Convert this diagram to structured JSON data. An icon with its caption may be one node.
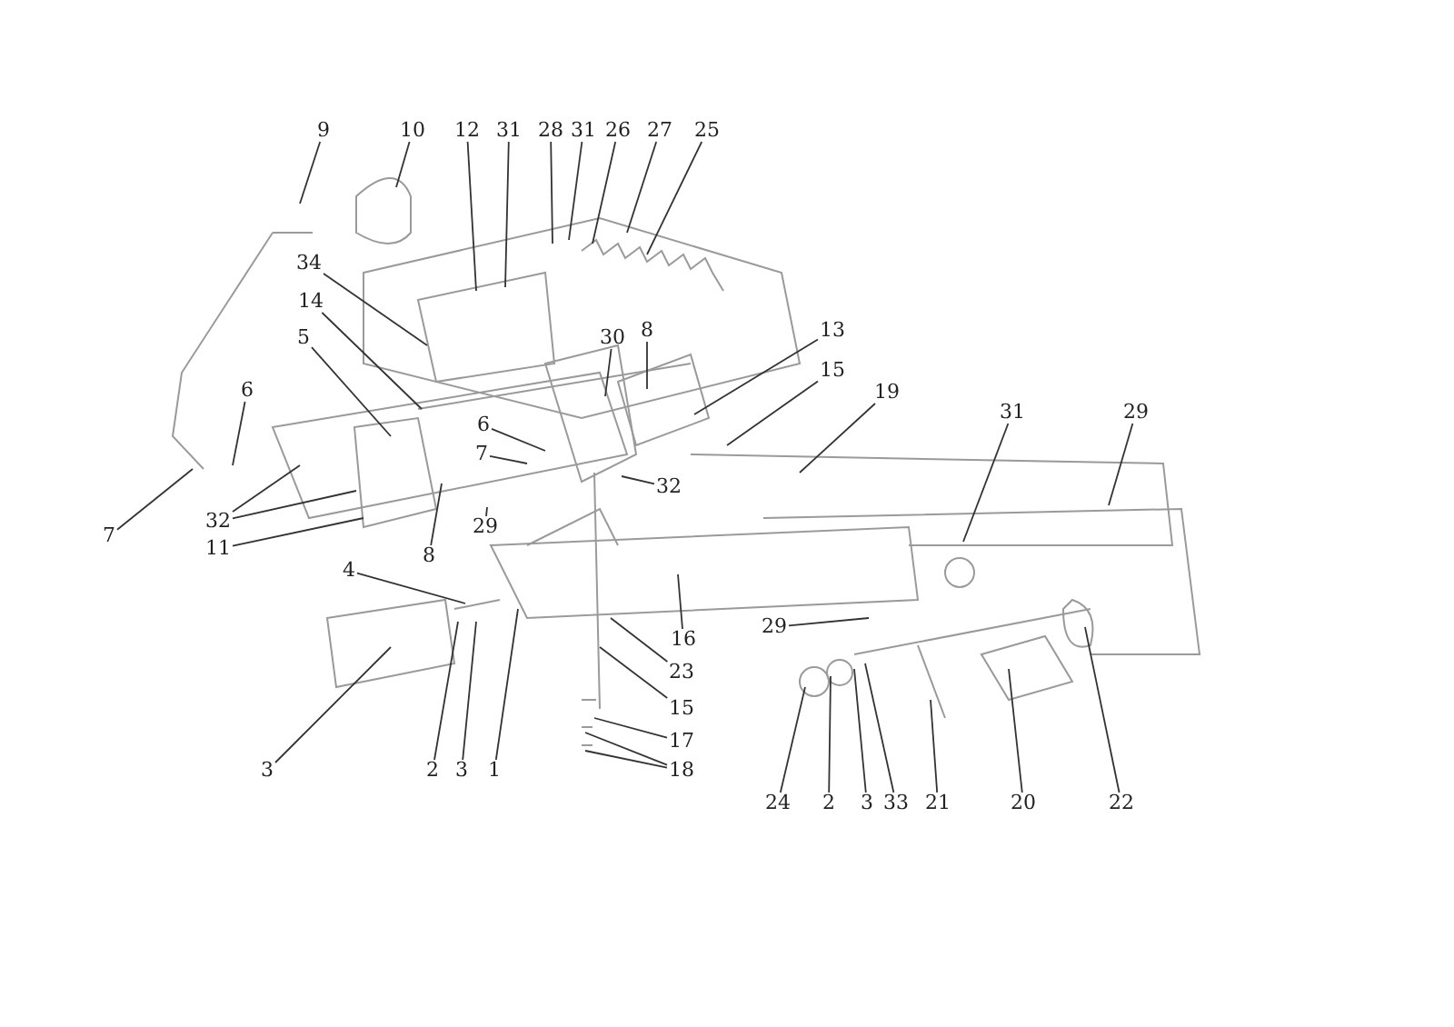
{
  "diagram": {
    "nodes": [
      {
        "text": [
          "9"
        ]
      },
      {
        "text": [
          "10"
        ]
      },
      {
        "text": [
          "12"
        ]
      },
      {
        "text": [
          "31"
        ]
      },
      {
        "text": [
          "28"
        ]
      },
      {
        "text": [
          "31"
        ]
      },
      {
        "text": [
          "26"
        ]
      },
      {
        "text": [
          "27"
        ]
      },
      {
        "text": [
          "25"
        ]
      },
      {
        "text": [
          "34"
        ]
      },
      {
        "text": [
          "14"
        ]
      },
      {
        "text": [
          "30"
        ]
      },
      {
        "text": [
          "8"
        ]
      },
      {
        "text": [
          "13"
        ]
      },
      {
        "text": [
          "5"
        ]
      },
      {
        "text": [
          "15"
        ]
      },
      {
        "text": [
          "19"
        ]
      },
      {
        "text": [
          "31"
        ]
      },
      {
        "text": [
          "29"
        ]
      },
      {
        "text": [
          "6"
        ]
      },
      {
        "text": [
          "6"
        ]
      },
      {
        "text": [
          "7"
        ]
      },
      {
        "text": [
          "32"
        ]
      },
      {
        "text": [
          "7"
        ]
      },
      {
        "text": [
          "32"
        ]
      },
      {
        "text": [
          "11"
        ]
      },
      {
        "text": [
          "8"
        ]
      },
      {
        "text": [
          "29"
        ]
      },
      {
        "text": [
          "4"
        ]
      },
      {
        "text": [
          "29"
        ]
      },
      {
        "text": [
          "16"
        ]
      },
      {
        "text": [
          "23"
        ]
      },
      {
        "text": [
          "3"
        ]
      },
      {
        "text": [
          "15"
        ]
      },
      {
        "text": [
          "17"
        ]
      },
      {
        "text": [
          "18"
        ]
      },
      {
        "text": [
          "2"
        ]
      },
      {
        "text": [
          "3"
        ]
      },
      {
        "text": [
          "1"
        ]
      },
      {
        "text": [
          "24"
        ]
      },
      {
        "text": [
          "2"
        ]
      },
      {
        "text": [
          "3"
        ]
      },
      {
        "text": [
          "33"
        ]
      },
      {
        "text": [
          "21"
        ]
      },
      {
        "text": [
          "20"
        ]
      },
      {
        "text": [
          "22"
        ]
      }
    ],
    "edges": [
      {
        "from": 0,
        "to": null,
        "arrow": "none"
      },
      {
        "from": 1,
        "to": null,
        "arrow": "none"
      },
      {
        "from": 2,
        "to": null,
        "arrow": "none"
      },
      {
        "from": 3,
        "to": null,
        "arrow": "none"
      },
      {
        "from": 4,
        "to": null,
        "arrow": "none"
      },
      {
        "from": 5,
        "to": null,
        "arrow": "none"
      },
      {
        "from": 6,
        "to": null,
        "arrow": "none"
      },
      {
        "from": 7,
        "to": null,
        "arrow": "none"
      },
      {
        "from": 8,
        "to": null,
        "arrow": "none"
      },
      {
        "from": 9,
        "to": null,
        "arrow": "none"
      },
      {
        "from": 10,
        "to": null,
        "arrow": "none"
      },
      {
        "from": 11,
        "to": null,
        "arrow": "none"
      },
      {
        "from": 12,
        "to": null,
        "arrow": "none"
      },
      {
        "from": 13,
        "to": null,
        "arrow": "none"
      },
      {
        "from": 14,
        "to": null,
        "arrow": "none"
      },
      {
        "from": 15,
        "to": null,
        "arrow": "none"
      },
      {
        "from": 16,
        "to": null,
        "arrow": "none"
      },
      {
        "from": 17,
        "to": null,
        "arrow": "none"
      },
      {
        "from": 18,
        "to": null,
        "arrow": "none"
      },
      {
        "from": 19,
        "to": null,
        "arrow": "none"
      },
      {
        "from": 20,
        "to": null,
        "arrow": "none"
      },
      {
        "from": 21,
        "to": null,
        "arrow": "none"
      },
      {
        "from": 22,
        "to": null,
        "arrow": "none"
      },
      {
        "from": 23,
        "to": null,
        "arrow": "none"
      },
      {
        "from": 24,
        "to": null,
        "arrow": "none"
      },
      {
        "from": 24,
        "to": null,
        "arrow": "none"
      },
      {
        "from": 25,
        "to": null,
        "arrow": "none"
      },
      {
        "from": 26,
        "to": null,
        "arrow": "none"
      },
      {
        "from": 27,
        "to": null,
        "arrow": "none"
      },
      {
        "from": 28,
        "to": null,
        "arrow": "none"
      },
      {
        "from": 29,
        "to": null,
        "arrow": "none"
      },
      {
        "from": 30,
        "to": null,
        "arrow": "none"
      },
      {
        "from": 31,
        "to": null,
        "arrow": "none"
      },
      {
        "from": 32,
        "to": null,
        "arrow": "none"
      },
      {
        "from": 33,
        "to": null,
        "arrow": "none"
      },
      {
        "from": 34,
        "to": null,
        "arrow": "none"
      },
      {
        "from": 35,
        "to": null,
        "arrow": "none"
      },
      {
        "from": 35,
        "to": null,
        "arrow": "none"
      },
      {
        "from": 36,
        "to": null,
        "arrow": "none"
      },
      {
        "from": 37,
        "to": null,
        "arrow": "none"
      },
      {
        "from": 38,
        "to": null,
        "arrow": "none"
      },
      {
        "from": 39,
        "to": null,
        "arrow": "none"
      },
      {
        "from": 40,
        "to": null,
        "arrow": "none"
      },
      {
        "from": 41,
        "to": null,
        "arrow": "none"
      },
      {
        "from": 42,
        "to": null,
        "arrow": "none"
      },
      {
        "from": 43,
        "to": null,
        "arrow": "none"
      },
      {
        "from": 44,
        "to": null,
        "arrow": "none"
      },
      {
        "from": 45,
        "to": null,
        "arrow": "none"
      }
    ]
  }
}
